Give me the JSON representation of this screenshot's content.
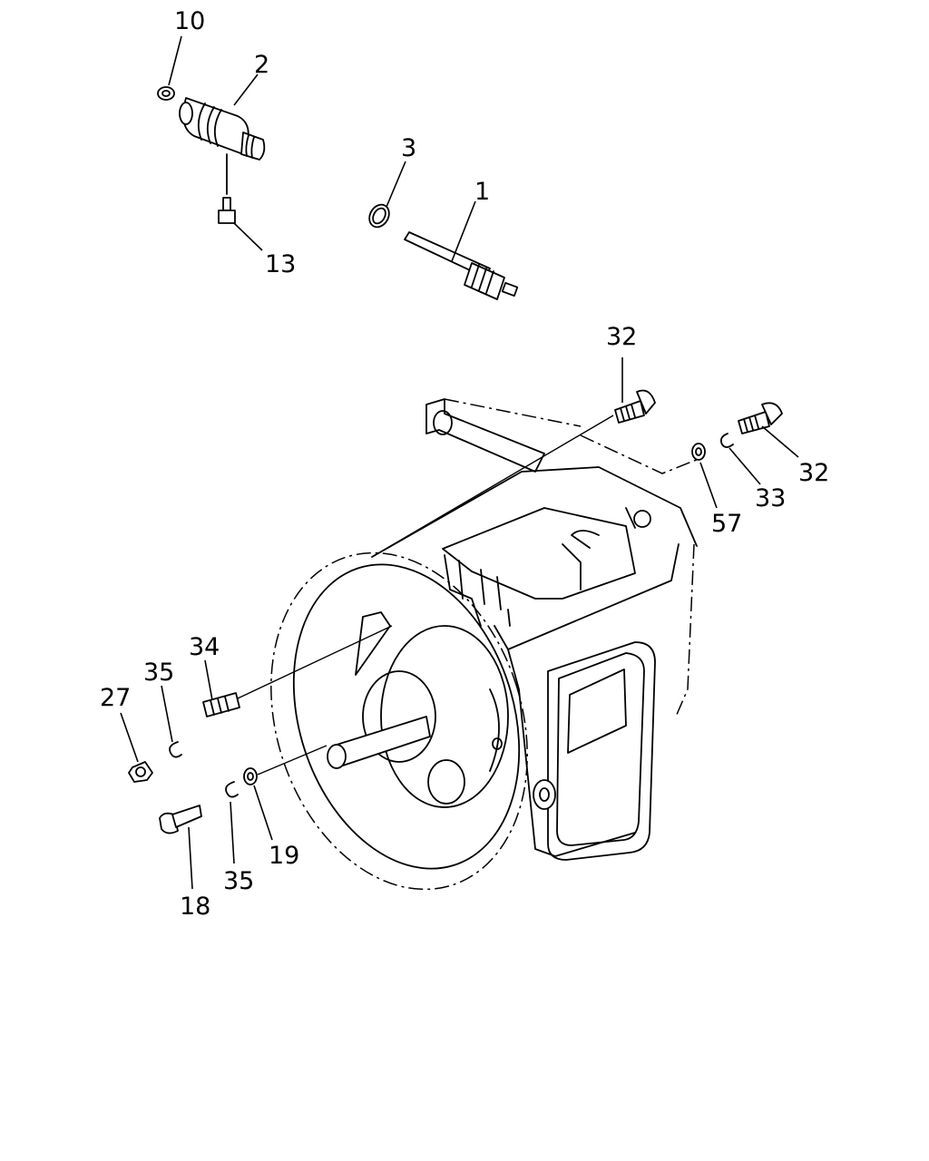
{
  "diagram": {
    "callouts": {
      "c1": "1",
      "c2": "2",
      "c3": "3",
      "c10": "10",
      "c13": "13",
      "c32a": "32",
      "c32b": "32",
      "c33": "33",
      "c57": "57",
      "c34": "34",
      "c35a": "35",
      "c27": "27",
      "c35b": "35",
      "c19": "19",
      "c18": "18"
    }
  }
}
